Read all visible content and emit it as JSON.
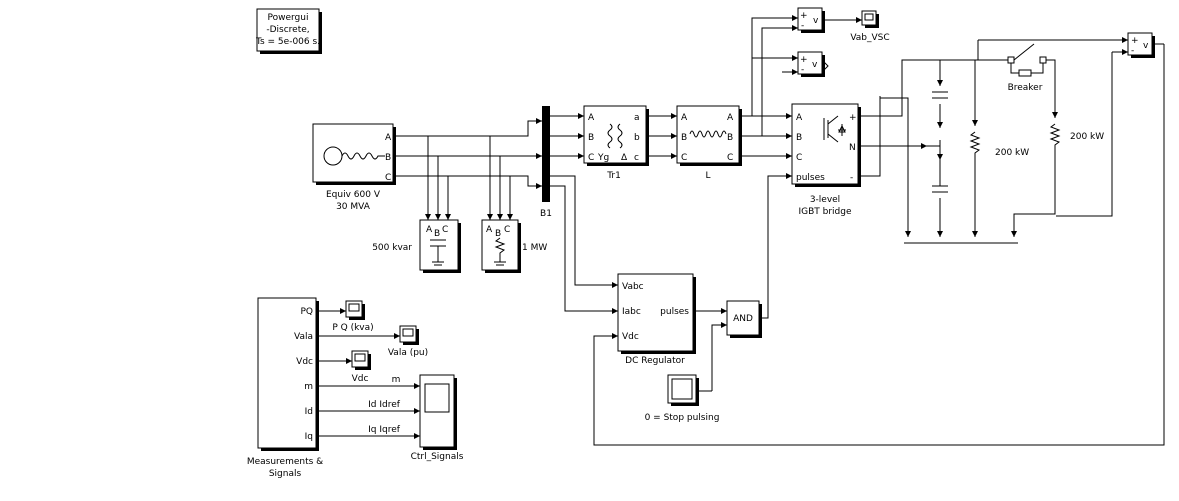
{
  "powergui": {
    "line1": "Powergui",
    "line2": "-Discrete,",
    "line3": "Ts = 5e-006 s."
  },
  "source": {
    "port_a": "A",
    "port_b": "B",
    "port_c": "C",
    "label1": "Equiv 600 V",
    "label2": "30 MVA"
  },
  "load_cap": {
    "label": "500 kvar",
    "ports": [
      "A",
      "B",
      "C"
    ]
  },
  "load_res": {
    "label": "1 MW",
    "ports": [
      "A",
      "B",
      "C"
    ]
  },
  "bus": {
    "label": "B1"
  },
  "transformer": {
    "label": "Tr1",
    "in_a": "A",
    "in_b": "B",
    "in_c": "C",
    "out_a": "a",
    "out_b": "b",
    "out_c": "c",
    "yg": "Yg",
    "delta": "Δ"
  },
  "inductor": {
    "label": "L",
    "in_a": "A",
    "in_b": "B",
    "in_c": "C",
    "out_a": "A",
    "out_b": "B",
    "out_c": "C"
  },
  "igbt": {
    "label1": "3-level",
    "label2": "IGBT bridge",
    "in_a": "A",
    "in_b": "B",
    "in_c": "C",
    "in_pulses": "pulses",
    "plus": "+",
    "n": "N",
    "minus": "-"
  },
  "vm_vab": {
    "plus": "+",
    "minus": "-",
    "v": "v"
  },
  "vm_dc": {
    "plus": "+",
    "minus": "-",
    "v": "v"
  },
  "vm_right": {
    "plus": "+",
    "minus": "-",
    "v": "v"
  },
  "scope_vab": {
    "label": "Vab_VSC"
  },
  "breaker": {
    "label": "Breaker"
  },
  "res1": {
    "label": "200 kW"
  },
  "res2": {
    "label": "200 kW"
  },
  "dc_reg": {
    "label": "DC Regulator",
    "in_vabc": "Vabc",
    "in_iabc": "Iabc",
    "in_vdc": "Vdc",
    "out_pulses": "pulses"
  },
  "and_gate": {
    "label": "AND"
  },
  "stop_block": {
    "label": "0 = Stop pulsing"
  },
  "meas": {
    "label1": "Measurements &",
    "label2": "Signals",
    "ports": [
      "PQ",
      "Vala",
      "Vdc",
      "m",
      "Id",
      "Iq"
    ]
  },
  "scope_pq": {
    "label": "P Q (kva)"
  },
  "scope_vala": {
    "label": "Vala (pu)"
  },
  "scope_vdc": {
    "label": "Vdc"
  },
  "ctrl_scope": {
    "label": "Ctrl_Signals",
    "sig_m": "m",
    "sig_id": "Id Idref",
    "sig_iq": "Iq Iqref"
  }
}
